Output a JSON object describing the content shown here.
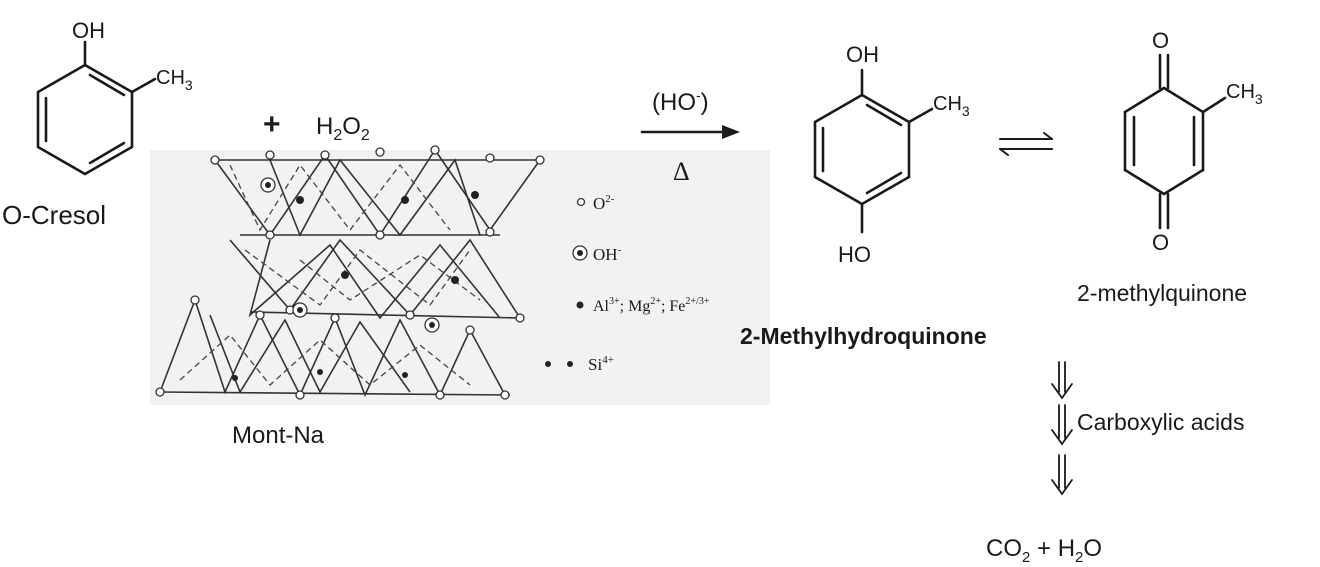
{
  "cresol": {
    "oh": "OH",
    "ch3": "CH",
    "ch3_sub": "3",
    "name": "O-Cresol"
  },
  "plus": "+",
  "peroxide": {
    "h": "H",
    "sub": "2",
    "o": "O",
    "sub2": "2"
  },
  "clay_name": "Mont-Na",
  "legend": [
    {
      "symbol": "open-circle",
      "text": "O",
      "sup": "2-"
    },
    {
      "symbol": "ringed-circle",
      "text": "OH",
      "sup": "-"
    },
    {
      "symbol": "filled-dot",
      "text": "Al",
      "sup": "3+",
      "text2": "; Mg",
      "sup2": "2+",
      "text3": "; Fe",
      "sup3": "2+/3+"
    },
    {
      "symbol": "small-dot",
      "text": "Si",
      "sup": "4+"
    }
  ],
  "arrow": {
    "condition_top": "(HO",
    "condition_sup": "-",
    "condition_close": ")",
    "condition_bottom": "Δ"
  },
  "hydroquinone": {
    "oh_top": "OH",
    "ch3": "CH",
    "ch3_sub": "3",
    "ho_bottom": "HO",
    "name": "2-Methylhydroquinone"
  },
  "quinone": {
    "o_top": "O",
    "ch3": "CH",
    "ch3_sub": "3",
    "o_bottom": "O",
    "name": "2-methylquinone"
  },
  "degradation": {
    "intermediate": "Carboxylic acids",
    "final_co": "CO",
    "final_sub1": "2",
    "final_plus": " + H",
    "final_sub2": "2",
    "final_o": "O"
  }
}
